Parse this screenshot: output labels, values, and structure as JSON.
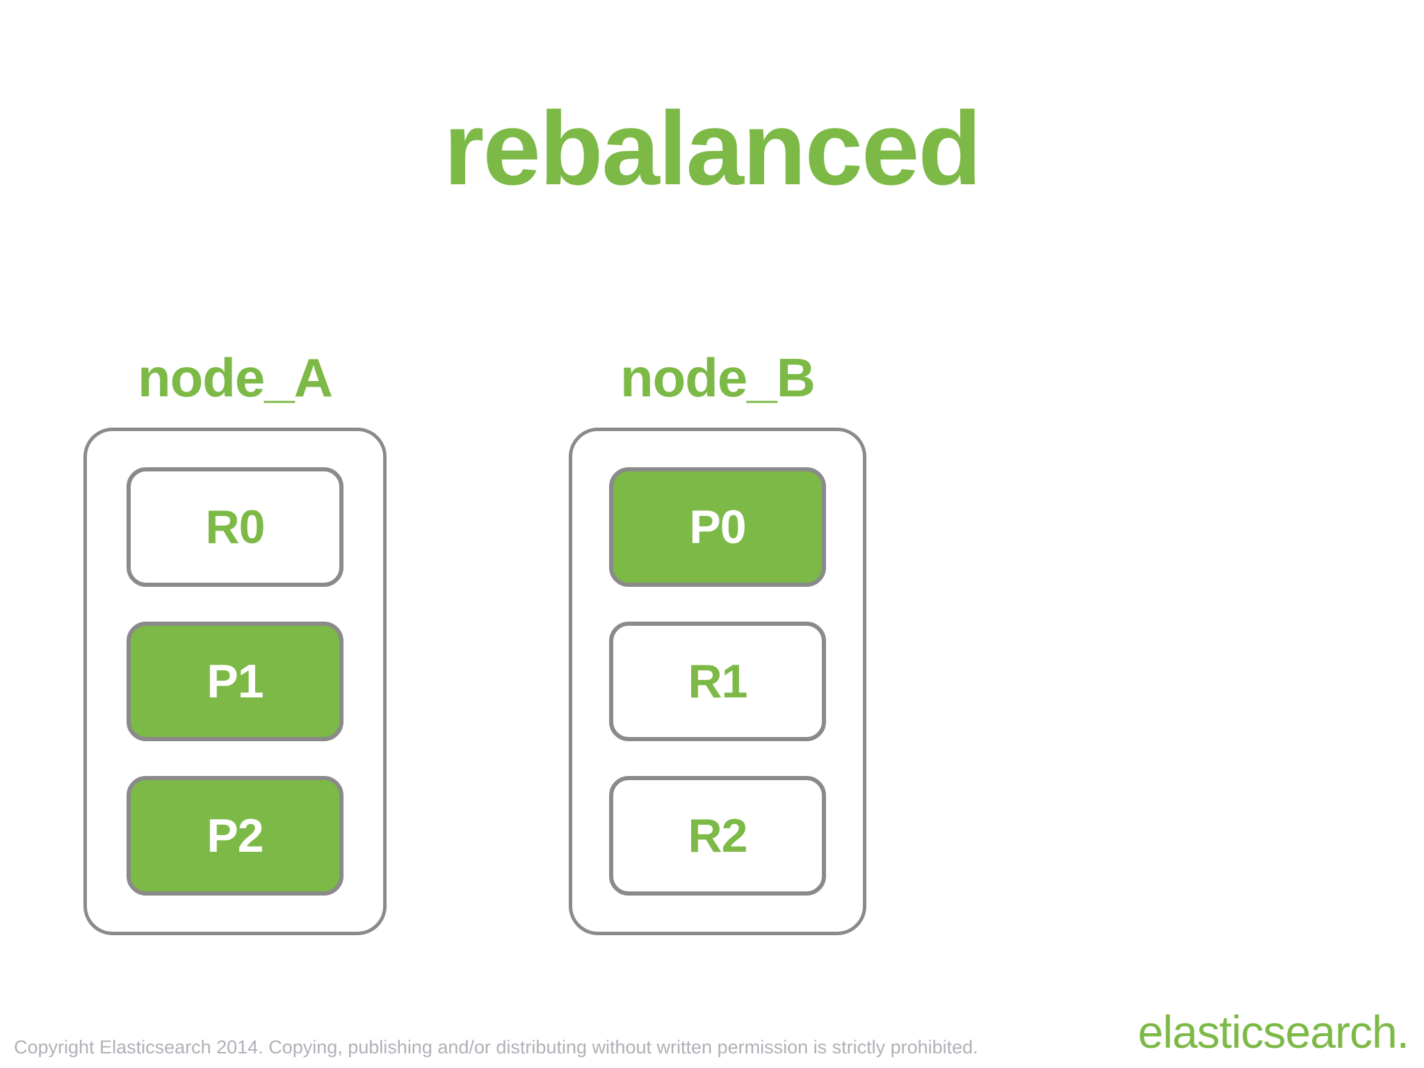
{
  "slide": {
    "title": "rebalanced",
    "title_color": "#7cb946"
  },
  "theme": {
    "green": "#7cb946",
    "border_gray": "#8a8a8a",
    "footer_gray": "#b0b0b8",
    "background": "#ffffff"
  },
  "nodes": [
    {
      "label": "node_A",
      "shards": [
        {
          "label": "R0",
          "kind": "replica"
        },
        {
          "label": "P1",
          "kind": "primary"
        },
        {
          "label": "P2",
          "kind": "primary"
        }
      ]
    },
    {
      "label": "node_B",
      "shards": [
        {
          "label": "P0",
          "kind": "primary"
        },
        {
          "label": "R1",
          "kind": "replica"
        },
        {
          "label": "R2",
          "kind": "replica"
        }
      ]
    }
  ],
  "footer": {
    "copyright": "Copyright Elasticsearch 2014. Copying, publishing and/or distributing without written permission is strictly prohibited.",
    "logo": "elasticsearch."
  }
}
